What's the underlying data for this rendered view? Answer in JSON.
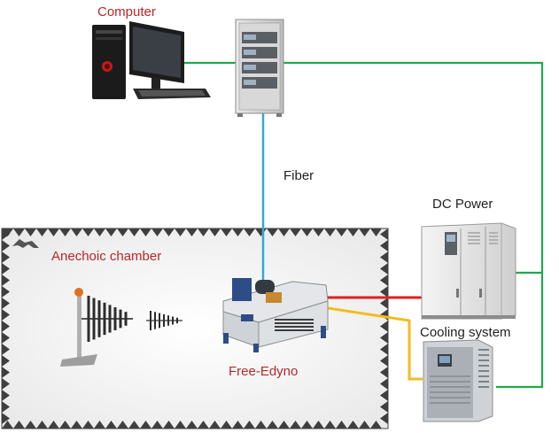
{
  "labels": {
    "computer": "Computer",
    "fiber": "Fiber",
    "dc_power": "DC Power",
    "anechoic_chamber": "Anechoic chamber",
    "cooling_system": "Cooling system",
    "free_edyno": "Free-Edyno"
  },
  "colors": {
    "green_link": "#20a84a",
    "fiber_link": "#2fa9d8",
    "red_link": "#e02020",
    "yellow_link": "#f2bd1c",
    "label_red": "#b5282a",
    "label_dark": "#1f1f1f",
    "chamber_spike": "#4a4a4a",
    "chamber_bg": "#eeeeee"
  },
  "icons": [
    "computer-icon",
    "server-rack-icon",
    "dc-power-cabinet-icon",
    "cooling-unit-icon",
    "antenna-icon",
    "dyno-bench-icon",
    "chamber-logo-icon"
  ]
}
